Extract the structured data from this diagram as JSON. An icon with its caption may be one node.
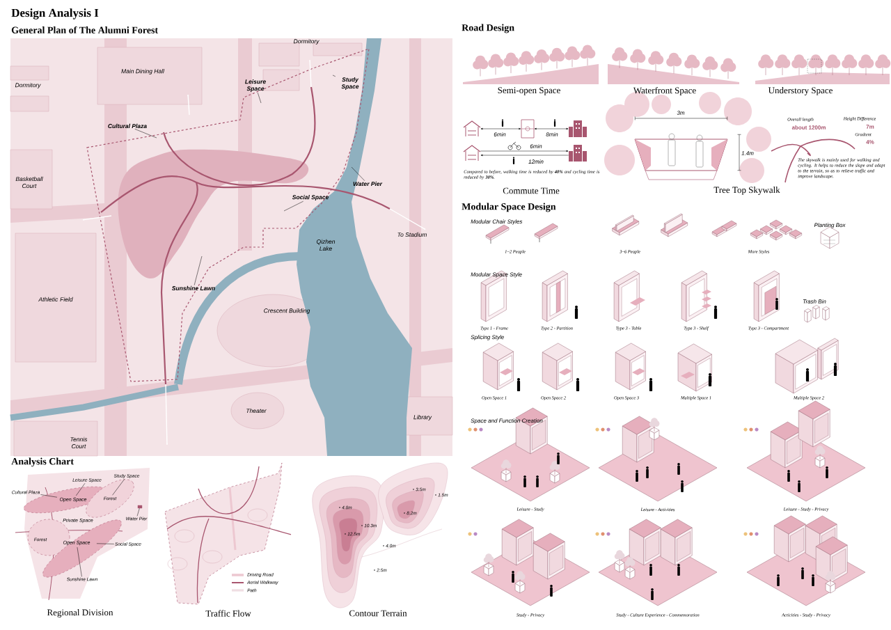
{
  "diagram": {
    "title": "Design Analysis I",
    "nodes": [
      {
        "text": [
          "Leisure Space"
        ]
      },
      {
        "text": [
          "Study Space"
        ]
      },
      {
        "text": [
          "Cultural Plaza"
        ]
      },
      {
        "text": [
          "Water Pier"
        ]
      },
      {
        "text": [
          "Social Space"
        ]
      },
      {
        "text": [
          "Sunshine Lawn"
        ]
      },
      {
        "text": [
          "Cultural Plaza"
        ]
      },
      {
        "text": [
          "Leisure Space"
        ]
      },
      {
        "text": [
          "Study Space"
        ]
      },
      {
        "text": [
          "Water Pier"
        ]
      },
      {
        "text": [
          "Social Space"
        ]
      },
      {
        "text": [
          "Sunshine Lawn"
        ]
      },
      {
        "text": [],
        "shape": "picture"
      },
      {
        "text": [],
        "shape": "picture"
      },
      {
        "text": [],
        "shape": "picture"
      },
      {
        "text": [],
        "shape": "picture"
      },
      {
        "text": [],
        "shape": "picture"
      },
      {
        "text": [
          "Open Space"
        ]
      },
      {
        "text": [
          "Forest"
        ]
      },
      {
        "text": [
          "Forest"
        ]
      },
      {
        "text": [
          "Open Space"
        ]
      },
      {
        "text": [],
        "shape": "box"
      }
    ],
    "edges": [
      {
        "from": 0,
        "to": null,
        "arrow": "none"
      },
      {
        "from": 1,
        "to": null,
        "arrow": "none"
      },
      {
        "from": 2,
        "to": null,
        "arrow": "none"
      },
      {
        "from": 3,
        "to": null,
        "arrow": "none"
      },
      {
        "from": 4,
        "to": null,
        "arrow": "none"
      },
      {
        "from": 5,
        "to": null,
        "arrow": "none"
      },
      {
        "from": 6,
        "to": 17,
        "arrow": "none"
      },
      {
        "from": 7,
        "to": 17,
        "arrow": "none"
      },
      {
        "from": 8,
        "to": 18,
        "arrow": "none"
      },
      {
        "from": 9,
        "to": 21,
        "arrow": "none"
      },
      {
        "from": 10,
        "to": 20,
        "arrow": "none"
      },
      {
        "from": 11,
        "to": 20,
        "arrow": "none"
      },
      {
        "from": 12,
        "to": 13,
        "arrow": "both",
        "label": "6min"
      },
      {
        "from": 13,
        "to": 14,
        "arrow": "both",
        "label": "8min"
      },
      {
        "from": 15,
        "to": 16,
        "arrow": "to",
        "label": "6min"
      },
      {
        "from": 16,
        "to": 15,
        "arrow": "to",
        "label": "12min"
      }
    ],
    "labels": [
      "General Plan of The Alumni Forest",
      "Dormitory",
      "Main Dining Hall",
      "Dormitory",
      "Basketball Court",
      "To Stadium",
      "Qizhen Lake",
      "Athletic Field",
      "Crescent Building",
      "Theater",
      "Library",
      "Tennis Court",
      "Analysis Chart",
      "Private Space",
      "Regional Division",
      "Traffic Flow",
      "Contour Terrain",
      "4.8m",
      "3.5m",
      "1.5m",
      "8.2m",
      "10.3m",
      "12.5m",
      "4.0m",
      "2.5m",
      "Road Design",
      "Semi-open Space",
      "Waterfront Space",
      "Understory Space",
      "Compared to before, walking time is reduced by **40%** and cycling time is reduced by **30%**.",
      "Commute Time",
      "3m",
      "1.4m",
      "Overall length",
      "about 1200m",
      "Height Difference",
      "7m",
      "Gradient",
      "4%",
      "The skywalk is mainly used for walking and cycling. It helps to reduce the slope and adapt to the terrain, so as to relieve traffic and improve landscape.",
      "Tree Top Skywalk",
      "Modular Space Design",
      "Modular Chair Styles",
      "Planting Box",
      "1~2 People",
      "3~6 People",
      "More Styles",
      "Modular Space Style",
      "Trash Bin",
      "Type 1 - Frame",
      "Type 2 - Partition",
      "Type 3 - Table",
      "Type 3 - Shelf",
      "Type 3 - Compartment",
      "Splicing Style",
      "Open Space 1",
      "Open Space 2",
      "Open Space 3",
      "Multiple Space 1",
      "Multiple Space 2",
      "Space and Function Creation",
      "Leisure - Study",
      "Leisure - Activities",
      "Leisure - Study - Privacy",
      "Study - Privacy",
      "Study - Culture Experience - Commemoration",
      "Acticities - Study - Privacy"
    ],
    "legend": [
      {
        "text": "Driving Road"
      },
      {
        "text": "Aerial Walkway"
      },
      {
        "text": "Path"
      }
    ]
  }
}
